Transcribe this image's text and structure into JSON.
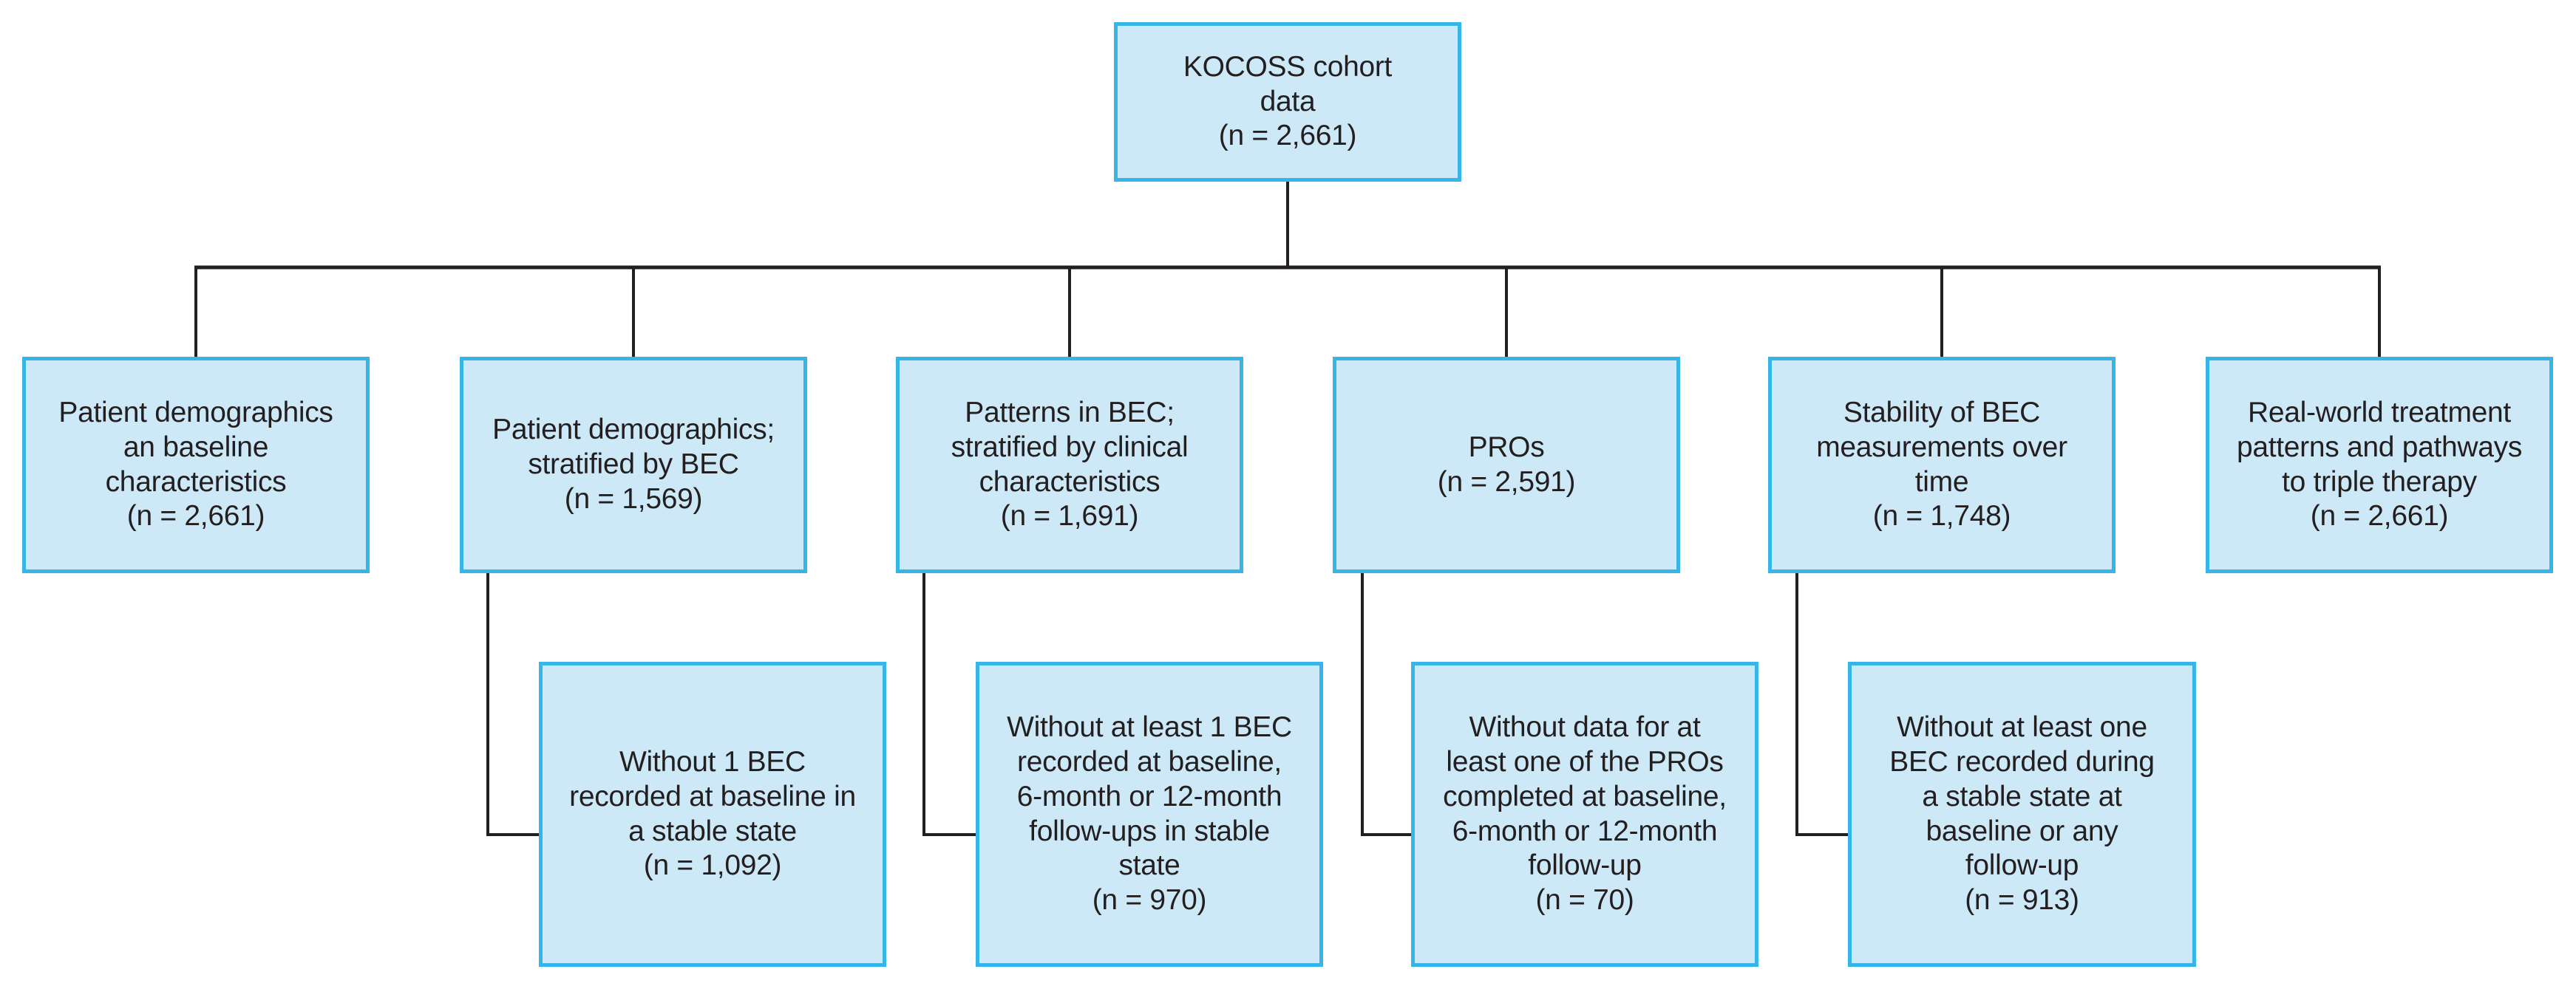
{
  "colors": {
    "box_fill": "#cde9f8",
    "box_border": "#35b5e8",
    "connector_line": "#231f20",
    "text": "#231f20",
    "background": "#ffffff"
  },
  "diagram": {
    "root": {
      "label": "KOCOSS cohort\ndata\n(n = 2,661)"
    },
    "analyses": [
      {
        "label": "Patient demographics\nan baseline\ncharacteristics\n(n = 2,661)"
      },
      {
        "label": "Patient demographics;\nstratified by BEC\n(n = 1,569)"
      },
      {
        "label": "Patterns in BEC;\nstratified by clinical\ncharacteristics\n(n = 1,691)"
      },
      {
        "label": "PROs\n(n = 2,591)"
      },
      {
        "label": "Stability of BEC\nmeasurements over\ntime\n(n = 1,748)"
      },
      {
        "label": "Real-world treatment\npatterns and pathways\nto triple therapy\n(n = 2,661)"
      }
    ],
    "exclusions": [
      {
        "label": "Without 1 BEC\nrecorded at baseline in\na stable state\n(n = 1,092)"
      },
      {
        "label": "Without at least 1 BEC\nrecorded at baseline,\n6-month or 12-month\nfollow-ups in stable\nstate\n(n = 970)"
      },
      {
        "label": "Without data for at\nleast one of the PROs\ncompleted at baseline,\n6-month or 12-month\nfollow-up\n(n = 70)"
      },
      {
        "label": "Without at least one\nBEC recorded during\na stable state at\nbaseline or any\nfollow-up\n(n = 913)"
      }
    ]
  }
}
